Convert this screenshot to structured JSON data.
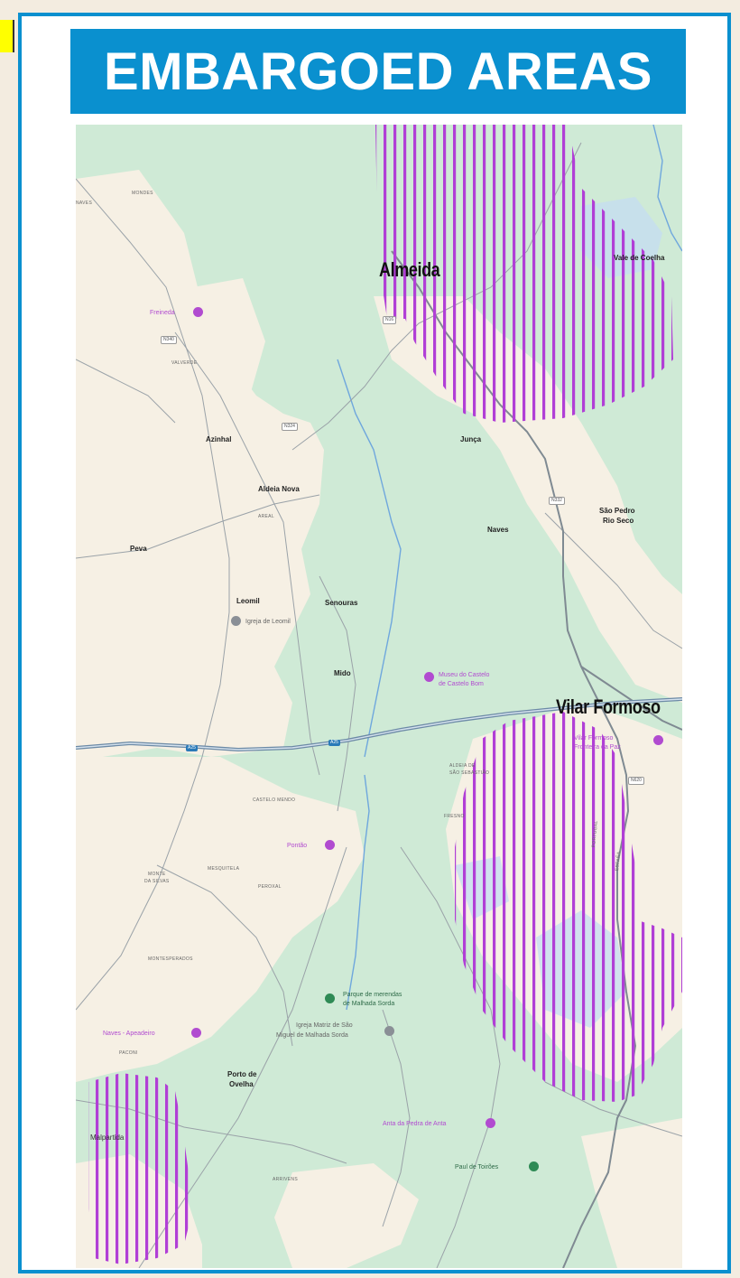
{
  "title": "EMBARGOED AREAS",
  "colors": {
    "frame": "#0a90cf",
    "map_green": "#cfead6",
    "map_beige": "#f6f0e4",
    "hatch": "#b13fd6",
    "poi_purple": "#b14bd0",
    "poi_green": "#2e8a55"
  },
  "map": {
    "major_labels": {
      "almeida": "Almeida",
      "vilar_formoso": "Vilar Formoso"
    },
    "places": {
      "vale_coelha": "Vale de Coelha",
      "junca": "Junça",
      "azinhal": "Azinhal",
      "aldeia_nova": "Aldeia Nova",
      "sao_pedro": "São Pedro",
      "rio_seco": "Rio Seco",
      "naves": "Naves",
      "peva": "Peva",
      "leomil": "Leomil",
      "senouras": "Senouras",
      "mido": "Mido",
      "porto_ovelha": "Porto de",
      "porto_ovelha2": "Ovelha",
      "malpartida": "Malpartida",
      "naves2": "NAVES",
      "mondes": "MONDES",
      "valverde": "VALVERDE",
      "areal": "AREAL",
      "castelo_mendo": "CASTELO MENDO",
      "mesquitela": "MESQUITELA",
      "peroxal": "PEROXAL",
      "monte_silvas": "MONTE",
      "monte_silvas2": "DA SILVAS",
      "montesperados": "MONTESPERADOS",
      "paconi": "PACONI",
      "arrivens": "ARRIVENS",
      "fresno": "FRESNO",
      "aldeia_sao": "ALDEIA DE",
      "aldeia_sao2": "SÃO SEBASTIÃO",
      "portugal": "PORTUGAL",
      "espana": "ESPAÑA"
    },
    "pois": {
      "freineda": "Freineda",
      "museu": "Museu do Castelo",
      "museu2": "de Castelo Bom",
      "igreja_leomil": "Igreja de Leomil",
      "vilar_formoso_poi": "Vilar Formoso",
      "vilar_formoso_poi2": "Fronteira da Paz",
      "pontao": "Pontão",
      "parque": "Parque de merendas",
      "parque2": "de Malhada Sorda",
      "igreja_matriz": "Igreja Matriz de São",
      "igreja_matriz2": "Miguel de Malhada Sorda",
      "naves_apeadeiro": "Naves - Apeadeiro",
      "anta": "Anta da Pedra de Anta",
      "paul": "Paul de Toirões"
    },
    "road_tags": {
      "n340": "N340",
      "n324": "N324",
      "n332": "N332",
      "a25a": "A25",
      "a25b": "A25",
      "n16": "N16",
      "n620": "N620"
    }
  }
}
